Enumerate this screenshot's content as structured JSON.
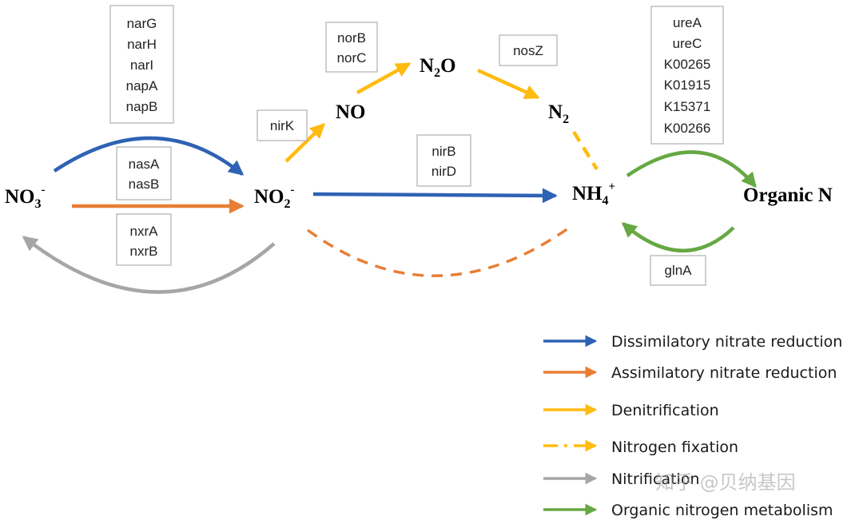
{
  "colors": {
    "dissimilatory": "#2E62B4",
    "assimilatory": "#E87E35",
    "denitrification": "#FFBB11",
    "nitrogen_fixation": "#FFBB11",
    "nitrification": "#A6A6A6",
    "organic": "#66A843"
  },
  "species": {
    "no3": {
      "base": "NO",
      "sub": "3",
      "sup": "-"
    },
    "no2": {
      "base": "NO",
      "sub": "2",
      "sup": "-"
    },
    "no": {
      "base": "NO"
    },
    "n2o": {
      "base": "N",
      "sub": "2",
      "tail": "O"
    },
    "n2": {
      "base": "N",
      "sub": "2"
    },
    "nh4": {
      "base": "NH",
      "sub": "4",
      "sup": "+"
    },
    "organic_n": "Organic N"
  },
  "gene_boxes": {
    "nar": [
      "narG",
      "narH",
      "narI",
      "napA",
      "napB"
    ],
    "nas": [
      "nasA",
      "nasB"
    ],
    "nxr": [
      "nxrA",
      "nxrB"
    ],
    "nir_k": [
      "nirK"
    ],
    "nor": [
      "norB",
      "norC"
    ],
    "nos": [
      "nosZ"
    ],
    "nir_bd": [
      "nirB",
      "nirD"
    ],
    "urea": [
      "ureA",
      "ureC",
      "K00265",
      "K01915",
      "K15371",
      "K00266"
    ],
    "gln": [
      "glnA"
    ]
  },
  "legend": [
    {
      "label": "Dissimilatory nitrate reduction",
      "style": "solid",
      "color": "#2E62B4"
    },
    {
      "label": "Assimilatory nitrate reduction",
      "style": "solid",
      "color": "#E87E35"
    },
    {
      "label": "Denitrification",
      "style": "solid",
      "color": "#FFBB11"
    },
    {
      "label": "Nitrogen fixation",
      "style": "dashdot",
      "color": "#FFBB11"
    },
    {
      "label": "Nitrification",
      "style": "solid",
      "color": "#A6A6A6"
    },
    {
      "label": "Organic nitrogen metabolism",
      "style": "solid",
      "color": "#66A843"
    }
  ],
  "watermark": "知乎 @贝纳基因"
}
